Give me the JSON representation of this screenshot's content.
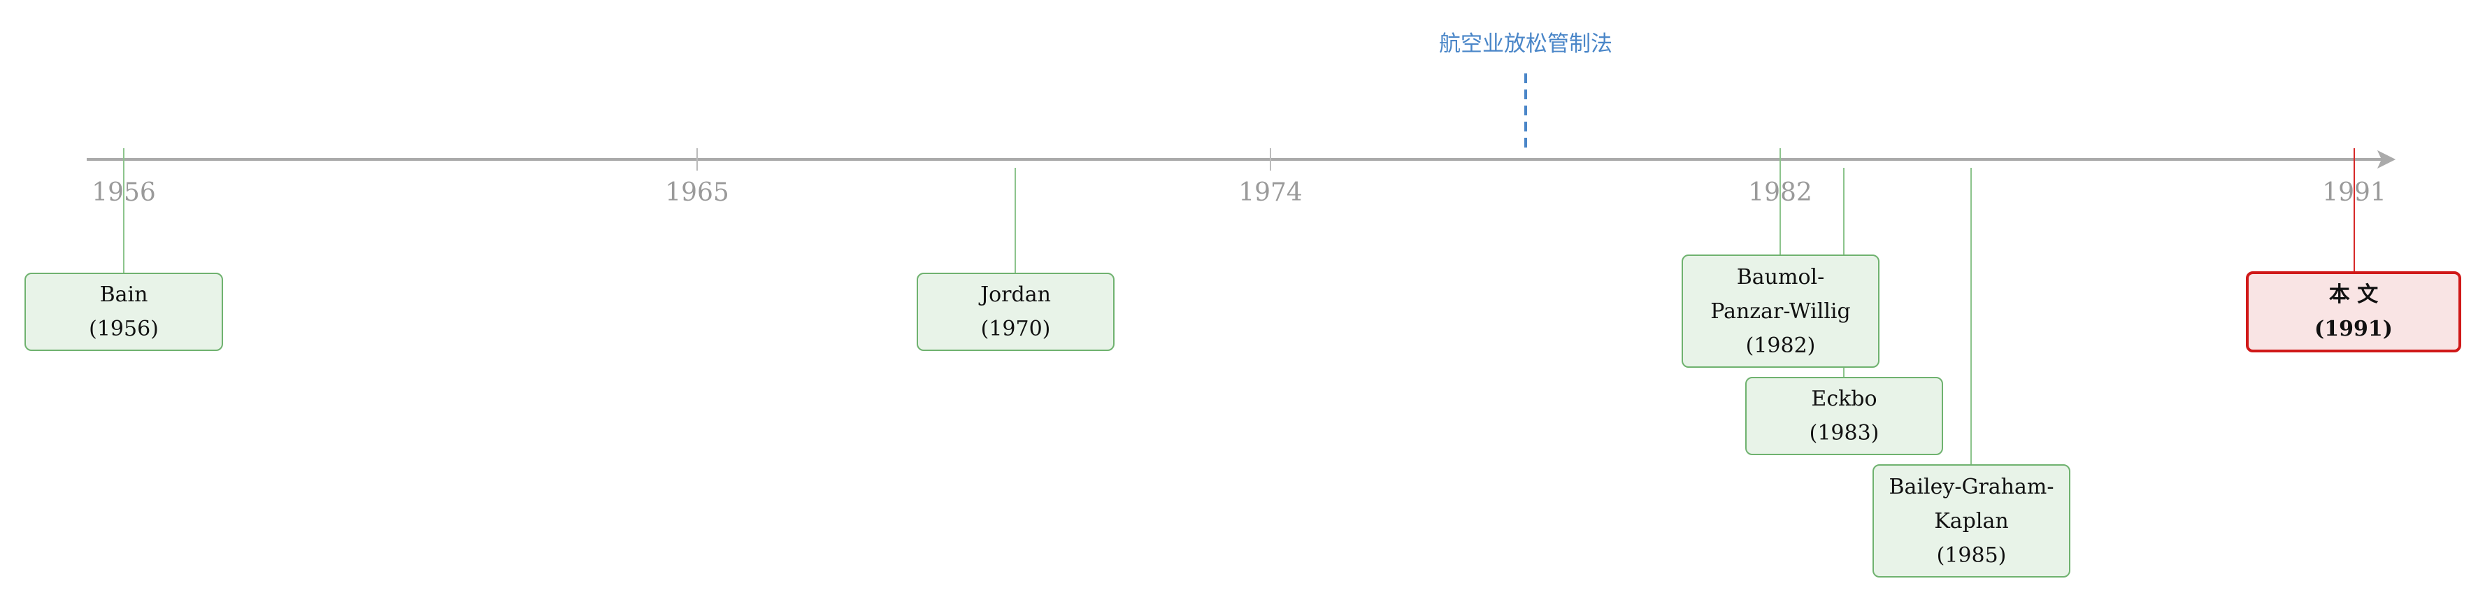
{
  "timeline": {
    "ticks": [
      "1956",
      "1965",
      "1974",
      "1982",
      "1991"
    ],
    "event": {
      "label": "航空业放松管制法"
    }
  },
  "studies": [
    {
      "name_lines": [
        "Bain"
      ],
      "year": "(1956)"
    },
    {
      "name_lines": [
        "Jordan"
      ],
      "year": "(1970)"
    },
    {
      "name_lines": [
        "Baumol-",
        "Panzar-Willig"
      ],
      "year": "(1982)"
    },
    {
      "name_lines": [
        "Eckbo"
      ],
      "year": "(1983)"
    },
    {
      "name_lines": [
        "Bailey-Graham-",
        "Kaplan"
      ],
      "year": "(1985)"
    }
  ],
  "current_study": {
    "name": "本 文",
    "year": "(1991)"
  },
  "colors": {
    "axis": "#aaaaaa",
    "tick_label": "#9a9a9a",
    "event": "#4a86c8",
    "study_fill": "#e8f3e8",
    "study_border": "#6fb26f",
    "current_fill": "#f9e4e4",
    "current_border": "#d01818"
  }
}
